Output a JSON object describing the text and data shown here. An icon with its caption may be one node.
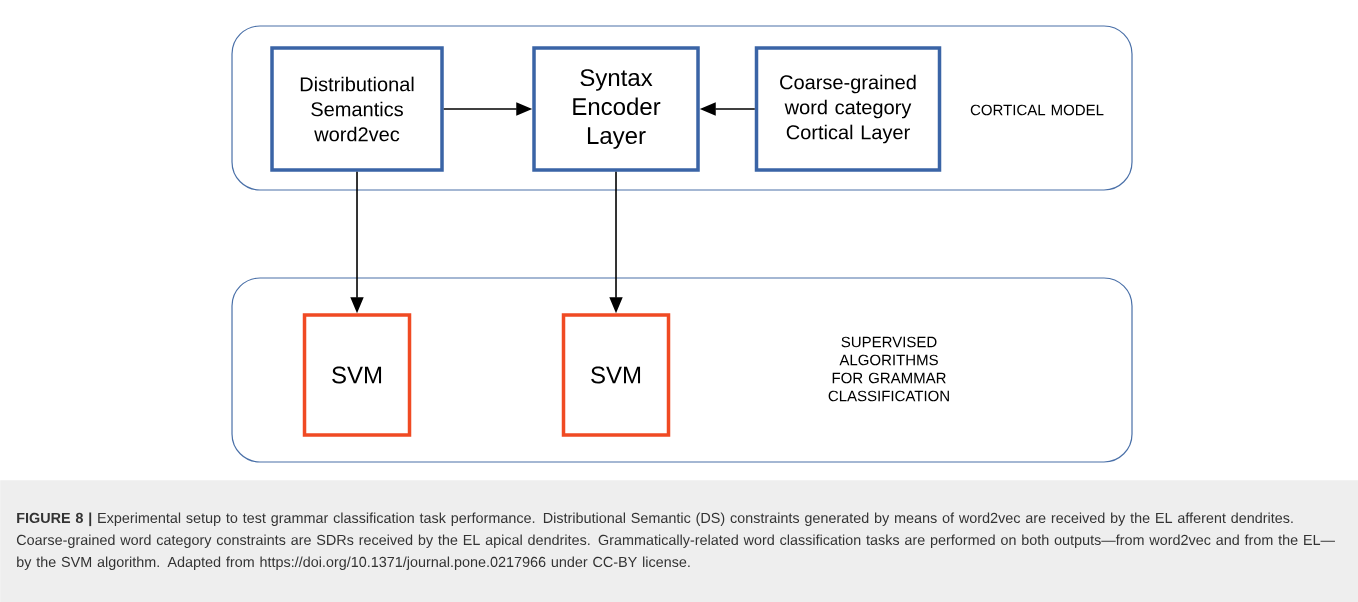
{
  "diagram": {
    "caption": "**FIGURE 8 |** Experimental setup to test grammar classification task performance. Distributional Semantic (DS) constraints generated by means of word2vec are received by the EL afferent dendrites. Coarse-grained word category constraints are SDRs received by the EL apical dendrites. Grammatically-related word classification tasks are performed on both outputs—from word2vec and from the EL—by the SVM algorithm. Adapted from https://doi.org/10.1371/journal.pone.0217966 under CC-BY license.",
    "nodes": [
      {
        "text": [
          "CORTICAL MODEL"
        ]
      },
      {
        "text": [
          "Distributional Semantics word2vec"
        ],
        "in": 0
      },
      {
        "text": [
          "Syntax Encoder Layer"
        ],
        "in": 0
      },
      {
        "text": [
          "Coarse-grained word category Cortical Layer"
        ],
        "in": 0
      },
      {
        "text": [
          "SUPERVISED ALGORITHMS FOR GRAMMAR CLASSIFICATION"
        ]
      },
      {
        "text": [
          "SVM"
        ],
        "in": 4
      },
      {
        "text": [
          "SVM"
        ],
        "in": 4
      }
    ],
    "edges": [
      {
        "from": 1,
        "to": 2,
        "arrow": "to"
      },
      {
        "from": 3,
        "to": 2,
        "arrow": "to"
      },
      {
        "from": 1,
        "to": 5,
        "arrow": "to"
      },
      {
        "from": 2,
        "to": 6,
        "arrow": "to"
      }
    ]
  }
}
